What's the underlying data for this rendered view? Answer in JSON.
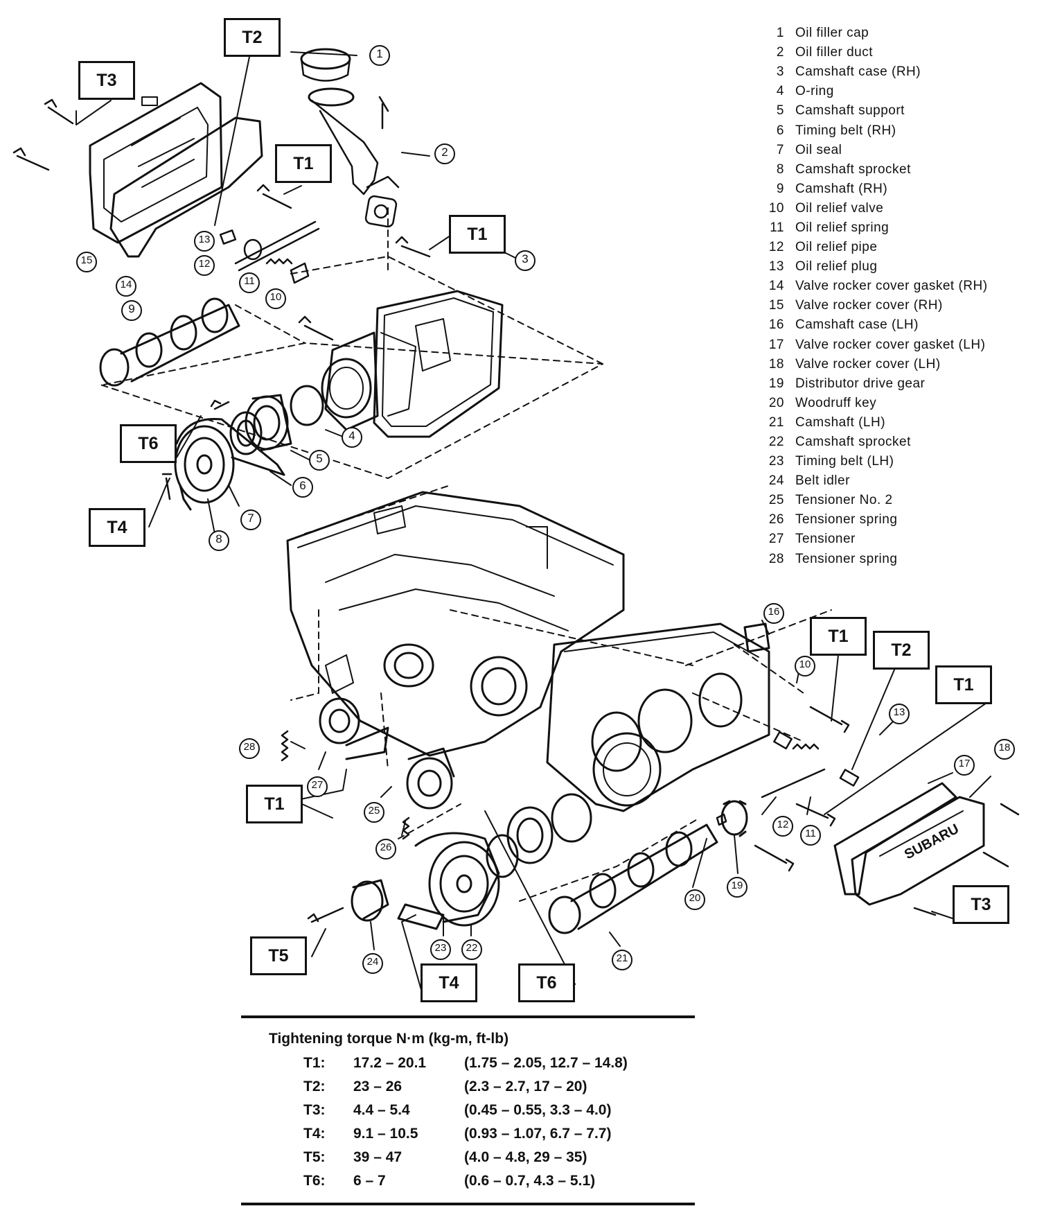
{
  "callouts": [
    {
      "num": "1"
    },
    {
      "num": "2"
    },
    {
      "num": "3"
    },
    {
      "num": "4"
    },
    {
      "num": "5"
    },
    {
      "num": "6"
    },
    {
      "num": "7"
    },
    {
      "num": "8"
    },
    {
      "num": "9"
    },
    {
      "num": "10"
    },
    {
      "num": "11"
    },
    {
      "num": "12"
    },
    {
      "num": "13"
    },
    {
      "num": "14"
    },
    {
      "num": "15"
    },
    {
      "num": "16"
    },
    {
      "num": "10"
    },
    {
      "num": "13"
    },
    {
      "num": "17"
    },
    {
      "num": "18"
    },
    {
      "num": "28"
    },
    {
      "num": "27"
    },
    {
      "num": "25"
    },
    {
      "num": "26"
    },
    {
      "num": "12"
    },
    {
      "num": "11"
    },
    {
      "num": "20"
    },
    {
      "num": "19"
    },
    {
      "num": "23"
    },
    {
      "num": "22"
    },
    {
      "num": "24"
    },
    {
      "num": "21"
    }
  ],
  "torque_tags": [
    {
      "label": "T2"
    },
    {
      "label": "T3"
    },
    {
      "label": "T1"
    },
    {
      "label": "T1"
    },
    {
      "label": "T6"
    },
    {
      "label": "T4"
    },
    {
      "label": "T1"
    },
    {
      "label": "T2"
    },
    {
      "label": "T1"
    },
    {
      "label": "T1"
    },
    {
      "label": "T3"
    },
    {
      "label": "T5"
    },
    {
      "label": "T4"
    },
    {
      "label": "T6"
    }
  ],
  "legend": [
    {
      "num": "1",
      "label": "Oil filler cap"
    },
    {
      "num": "2",
      "label": "Oil filler duct"
    },
    {
      "num": "3",
      "label": "Camshaft case (RH)"
    },
    {
      "num": "4",
      "label": "O-ring"
    },
    {
      "num": "5",
      "label": "Camshaft support"
    },
    {
      "num": "6",
      "label": "Timing belt (RH)"
    },
    {
      "num": "7",
      "label": "Oil seal"
    },
    {
      "num": "8",
      "label": "Camshaft sprocket"
    },
    {
      "num": "9",
      "label": "Camshaft (RH)"
    },
    {
      "num": "10",
      "label": "Oil relief valve"
    },
    {
      "num": "11",
      "label": "Oil relief spring"
    },
    {
      "num": "12",
      "label": "Oil relief pipe"
    },
    {
      "num": "13",
      "label": "Oil relief plug"
    },
    {
      "num": "14",
      "label": "Valve rocker cover gasket (RH)"
    },
    {
      "num": "15",
      "label": "Valve rocker cover (RH)"
    },
    {
      "num": "16",
      "label": "Camshaft case (LH)"
    },
    {
      "num": "17",
      "label": "Valve rocker cover gasket (LH)"
    },
    {
      "num": "18",
      "label": "Valve rocker cover (LH)"
    },
    {
      "num": "19",
      "label": "Distributor drive gear"
    },
    {
      "num": "20",
      "label": "Woodruff key"
    },
    {
      "num": "21",
      "label": "Camshaft (LH)"
    },
    {
      "num": "22",
      "label": "Camshaft sprocket"
    },
    {
      "num": "23",
      "label": "Timing belt (LH)"
    },
    {
      "num": "24",
      "label": "Belt idler"
    },
    {
      "num": "25",
      "label": "Tensioner No. 2"
    },
    {
      "num": "26",
      "label": "Tensioner spring"
    },
    {
      "num": "27",
      "label": "Tensioner"
    },
    {
      "num": "28",
      "label": "Tensioner spring"
    }
  ],
  "torque": {
    "heading": "Tightening torque  N·m (kg-m, ft-lb)",
    "rows": [
      {
        "code": "T1:",
        "nm": "17.2 – 20.1",
        "other": "(1.75 – 2.05, 12.7 – 14.8)"
      },
      {
        "code": "T2:",
        "nm": "23 – 26",
        "other": "(2.3 – 2.7, 17 – 20)"
      },
      {
        "code": "T3:",
        "nm": "4.4 – 5.4",
        "other": "(0.45 – 0.55, 3.3 – 4.0)"
      },
      {
        "code": "T4:",
        "nm": "9.1 – 10.5",
        "other": "(0.93 – 1.07, 6.7 – 7.7)"
      },
      {
        "code": "T5:",
        "nm": "39 – 47",
        "other": "(4.0 – 4.8, 29 – 35)"
      },
      {
        "code": "T6:",
        "nm": "6 – 7",
        "other": "(0.6 – 0.7, 4.3 – 5.1)"
      }
    ]
  }
}
